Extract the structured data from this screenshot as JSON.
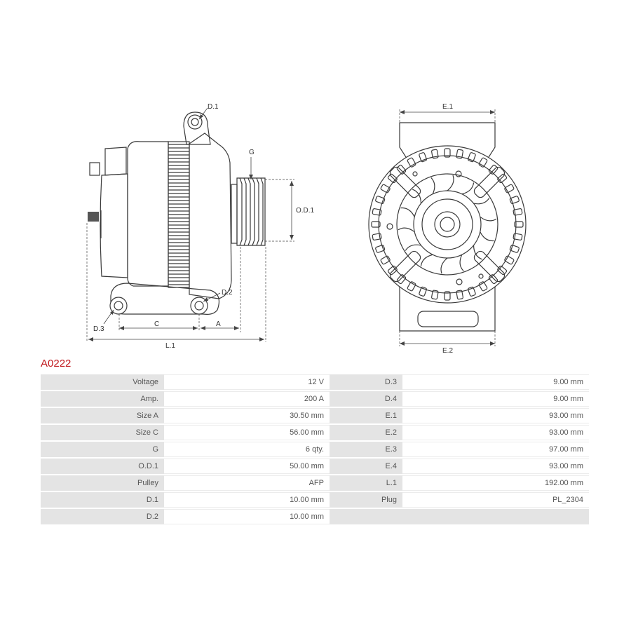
{
  "part_code": "A0222",
  "diagram_labels": {
    "d1": "D.1",
    "d2": "D.2",
    "d3": "D.3",
    "g": "G",
    "od1": "O.D.1",
    "c": "C",
    "a": "A",
    "l1": "L.1",
    "e1": "E.1",
    "e2": "E.2"
  },
  "specs_left": [
    {
      "label": "Voltage",
      "value": "12 V"
    },
    {
      "label": "Amp.",
      "value": "200 A"
    },
    {
      "label": "Size A",
      "value": "30.50 mm"
    },
    {
      "label": "Size C",
      "value": "56.00 mm"
    },
    {
      "label": "G",
      "value": "6 qty."
    },
    {
      "label": "O.D.1",
      "value": "50.00 mm"
    },
    {
      "label": "Pulley",
      "value": "AFP"
    },
    {
      "label": "D.1",
      "value": "10.00 mm"
    },
    {
      "label": "D.2",
      "value": "10.00 mm"
    }
  ],
  "specs_right": [
    {
      "label": "D.3",
      "value": "9.00 mm"
    },
    {
      "label": "D.4",
      "value": "9.00 mm"
    },
    {
      "label": "E.1",
      "value": "93.00 mm"
    },
    {
      "label": "E.2",
      "value": "93.00 mm"
    },
    {
      "label": "E.3",
      "value": "97.00 mm"
    },
    {
      "label": "E.4",
      "value": "93.00 mm"
    },
    {
      "label": "L.1",
      "value": "192.00 mm"
    },
    {
      "label": "Plug",
      "value": "PL_2304"
    },
    {
      "label": "",
      "value": ""
    }
  ]
}
